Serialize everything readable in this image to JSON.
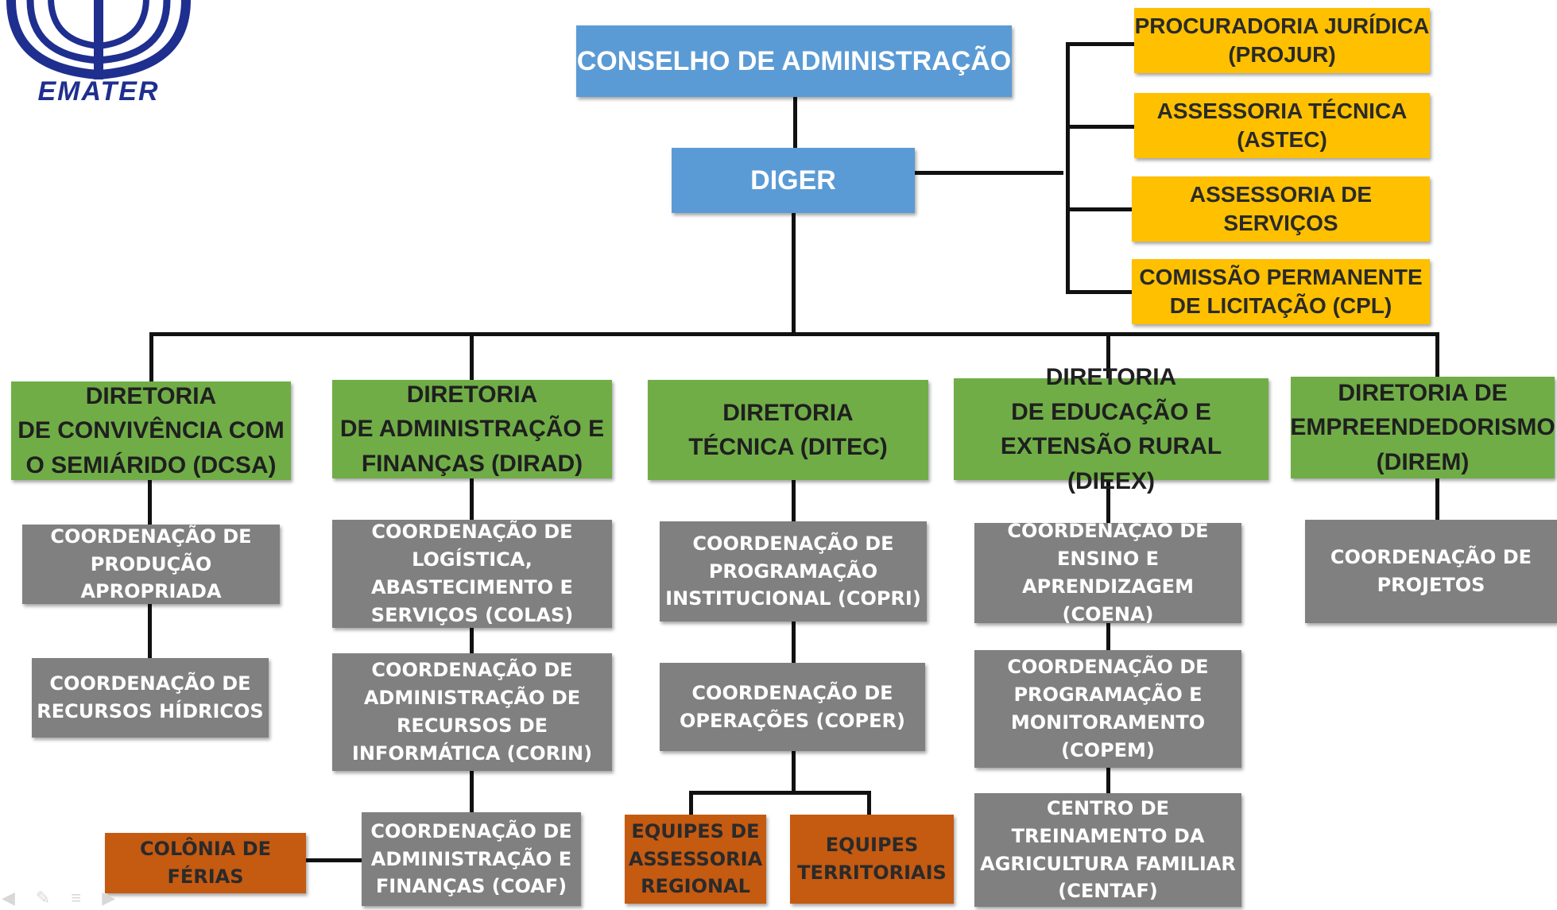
{
  "logo": {
    "text": "EMATER",
    "color": "#1f2f8f"
  },
  "colors": {
    "top": "#5b9bd5",
    "advisory": "#ffc000",
    "directorate": "#70ad47",
    "coordination": "#808080",
    "team": "#c55a11",
    "connector": "#111111"
  },
  "top": {
    "board": "CONSELHO DE ADMINISTRAÇÃO",
    "diger": "DIGER"
  },
  "advisory": [
    "PROCURADORIA JURÍDICA\n(PROJUR)",
    "ASSESSORIA TÉCNICA\n(ASTEC)",
    "ASSESSORIA  DE SERVIÇOS",
    "COMISSÃO PERMANENTE\nDE LICITAÇÃO (CPL)"
  ],
  "directorates": [
    "DIRETORIA\nDE CONVIVÊNCIA COM\nO SEMIÁRIDO (DCSA)",
    "DIRETORIA\nDE ADMINISTRAÇÃO E\nFINANÇAS (DIRAD)",
    "DIRETORIA\nTÉCNICA (DITEC)",
    "DIRETORIA\nDE EDUCAÇÃO E\nEXTENSÃO RURAL (DIEEX)",
    "DIRETORIA DE\nEMPREENDEDORISMO\n(DIREM)"
  ],
  "dcsa_units": [
    "COORDENAÇÃO DE\nPRODUÇÃO APROPRIADA",
    "COORDENAÇÃO DE\nRECURSOS HÍDRICOS"
  ],
  "dirad_units": [
    "COORDENAÇÃO DE\nLOGÍSTICA,\nABASTECIMENTO E\nSERVIÇOS (COLAS)",
    "COORDENAÇÃO DE\nADMINISTRAÇÃO DE\nRECURSOS DE\nINFORMÁTICA (CORIN)",
    "COORDENAÇÃO DE\nADMINISTRAÇÃO E\nFINANÇAS (COAF)"
  ],
  "colonia": "COLÔNIA DE\nFÉRIAS",
  "ditec_units": [
    "COORDENAÇÃO DE\nPROGRAMAÇÃO\nINSTITUCIONAL (COPRI)",
    "COORDENAÇÃO DE\nOPERAÇÕES (COPER)"
  ],
  "ditec_teams": [
    "EQUIPES DE\nASSESSORIA\nREGIONAL",
    "EQUIPES\nTERRITORIAIS"
  ],
  "dieex_units": [
    "COORDENAÇÃO DE\nENSINO E APRENDIZAGEM\n(COENA)",
    "COORDENAÇÃO DE\nPROGRAMAÇÃO E\nMONITORAMENTO\n(COPEM)",
    "CENTRO DE\nTREINAMENTO DA\nAGRICULTURA FAMILIAR\n(CENTAF)"
  ],
  "direm_units": [
    "COORDENAÇÃO DE\nPROJETOS"
  ]
}
